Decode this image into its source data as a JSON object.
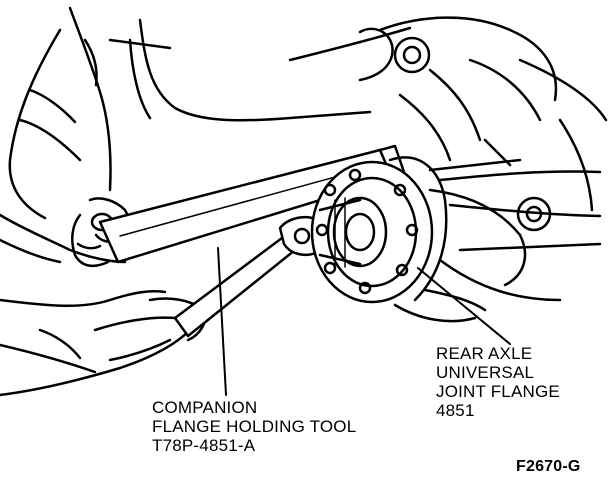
{
  "callouts": {
    "flange": {
      "lines": [
        "REAR AXLE",
        "UNIVERSAL",
        "JOINT FLANGE",
        "4851"
      ]
    },
    "tool": {
      "lines": [
        "COMPANION",
        "FLANGE HOLDING TOOL",
        "T78P-4851-A"
      ]
    }
  },
  "figure_id": "F2670-G",
  "colors": {
    "ink": "#000000",
    "paper": "#ffffff"
  }
}
